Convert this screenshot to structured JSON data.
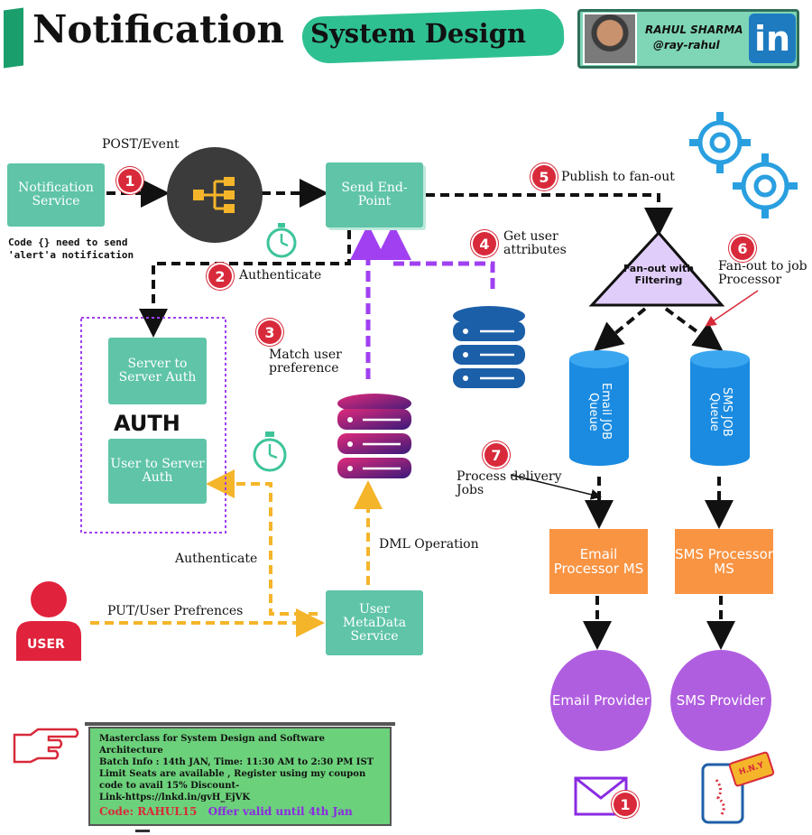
{
  "header": {
    "title": "Notification",
    "subtitle": "System Design",
    "author_name": "RAHUL SHARMA",
    "author_handle": "@ray-rahul",
    "linkedin_text": "in"
  },
  "nodes": {
    "notification_service": "Notification Service",
    "send_endpoint": "Send End-Point",
    "server_auth": "Server to Server Auth",
    "user_auth": "User to Server Auth",
    "auth_title": "AUTH",
    "user_metadata": "User MetaData Service",
    "fanout": "Fan-out with Filtering",
    "email_queue": "Email JOB Queue",
    "sms_queue": "SMS JOB Queue",
    "email_processor": "Email Processor MS",
    "sms_processor": "SMS Processor MS",
    "email_provider": "Email Provider",
    "sms_provider": "SMS Provider",
    "user": "USER"
  },
  "labels": {
    "post_event": "POST/Event",
    "code_note": "Code {} need to send 'alert'a notification",
    "authenticate": "Authenticate",
    "match_user": "Match user preference",
    "get_attr": "Get user attributes",
    "publish": "Publish to fan-out",
    "fanout_job": "Fan-out to job Processor",
    "process_jobs": "Process delivery Jobs",
    "authenticate2": "Authenticate",
    "put_prefs": "PUT/User Prefrences",
    "dml": "DML Operation"
  },
  "steps": [
    "1",
    "2",
    "3",
    "4",
    "5",
    "6",
    "7"
  ],
  "promo": {
    "line1": "Masterclass for System Design and Software Architecture",
    "line2": "Batch Info : 14th JAN, Time: 11:30 AM to 2:30 PM IST",
    "line3": "Limit Seats are available , Register using my coupon code to avail 15% Discount-",
    "line4": "Link-https://lnkd.in/gvH_EjVK",
    "code": "Code: RAHUL15",
    "offer": "Offer valid until 4th Jan"
  },
  "icons": {
    "mail_badge": "1",
    "phone_tag": "H.N.Y"
  },
  "colors": {
    "teal": "#5fc4a8",
    "orange": "#f99443",
    "purple": "#b05ee0",
    "queue_blue": "#1a8be0",
    "badge_red": "#d82a3a",
    "yellow_arrow": "#f5b52a",
    "purple_arrow": "#a040f0"
  }
}
